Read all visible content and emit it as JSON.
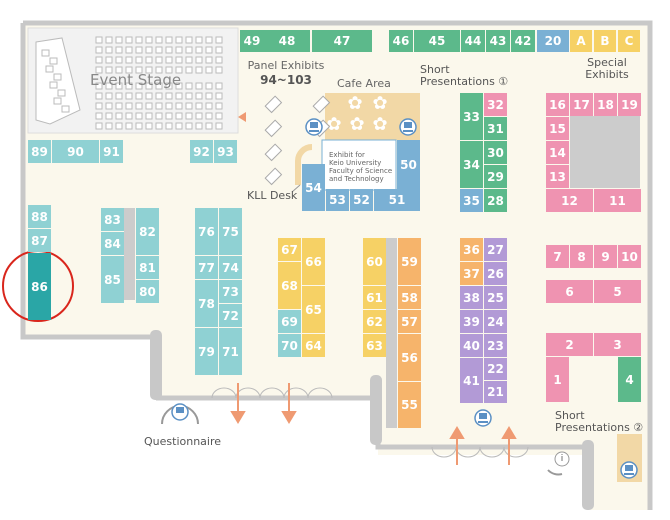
{
  "colors": {
    "green": "#5cb98b",
    "blue": "#7ab0d4",
    "teal": "#8fd1d3",
    "pink": "#ef93b1",
    "yellow": "#f6d165",
    "orange": "#f6b46b",
    "purple": "#b29ad6",
    "gray": "#cccccc",
    "tan": "#f2d8a6",
    "floor": "#fbf8ec",
    "wall": "#c8c8c8",
    "arrow": "#ef9a72",
    "highlight_ring": "#d9261c",
    "highlight_booth": "#2aa6a6"
  },
  "labels": {
    "event_stage": "Event Stage",
    "panel_exhibits": "Panel Exhibits",
    "panel_range": "94~103",
    "cafe_area": "Cafe Area",
    "short_presentations_1_line1": "Short",
    "short_presentations_1_line2": "Presentations ①",
    "special_line1": "Special",
    "special_line2": "Exhibits",
    "kll_desk": "KLL Desk",
    "keio_line1": "Exhibit for",
    "keio_line2": "Keio University",
    "keio_line3": "Faculty of Science",
    "keio_line4": "and Technology",
    "questionnaire": "Questionnaire",
    "short_presentations_2_line1": "Short",
    "short_presentations_2_line2": "Presentations ②",
    "info_icon": "i"
  },
  "highlighted_booth": "86",
  "icons": [
    "chair-icon",
    "presentation-icon",
    "flower-icon",
    "arrow-icon",
    "info-icon",
    "door-icon",
    "panel-icon"
  ],
  "booth_numbers": {
    "b1": "1",
    "b2": "2",
    "b3": "3",
    "b4": "4",
    "b5": "5",
    "b6": "6",
    "b7": "7",
    "b8": "8",
    "b9": "9",
    "b10": "10",
    "b11": "11",
    "b12": "12",
    "b13": "13",
    "b14": "14",
    "b15": "15",
    "b16": "16",
    "b17": "17",
    "b18": "18",
    "b19": "19",
    "b20": "20",
    "b21": "21",
    "b22": "22",
    "b23": "23",
    "b24": "24",
    "b25": "25",
    "b26": "26",
    "b27": "27",
    "b28": "28",
    "b29": "29",
    "b30": "30",
    "b31": "31",
    "b32": "32",
    "b33": "33",
    "b34": "34",
    "b35": "35",
    "b36": "36",
    "b37": "37",
    "b38": "38",
    "b39": "39",
    "b40": "40",
    "b41": "41",
    "b42": "42",
    "b43": "43",
    "b44": "44",
    "b45": "45",
    "b46": "46",
    "b47": "47",
    "b48": "48",
    "b49": "49",
    "b50": "50",
    "b51": "51",
    "b52": "52",
    "b53": "53",
    "b54": "54",
    "b55": "55",
    "b56": "56",
    "b57": "57",
    "b58": "58",
    "b59": "59",
    "b60": "60",
    "b61": "61",
    "b62": "62",
    "b63": "63",
    "b64": "64",
    "b65": "65",
    "b66": "66",
    "b67": "67",
    "b68": "68",
    "b69": "69",
    "b70": "70",
    "b71": "71",
    "b72": "72",
    "b73": "73",
    "b74": "74",
    "b75": "75",
    "b76": "76",
    "b77": "77",
    "b78": "78",
    "b79": "79",
    "b80": "80",
    "b81": "81",
    "b82": "82",
    "b83": "83",
    "b84": "84",
    "b85": "85",
    "b86": "86",
    "b87": "87",
    "b88": "88",
    "b89": "89",
    "b90": "90",
    "b91": "91",
    "b92": "92",
    "b93": "93",
    "bA": "A",
    "bB": "B",
    "bC": "C"
  }
}
